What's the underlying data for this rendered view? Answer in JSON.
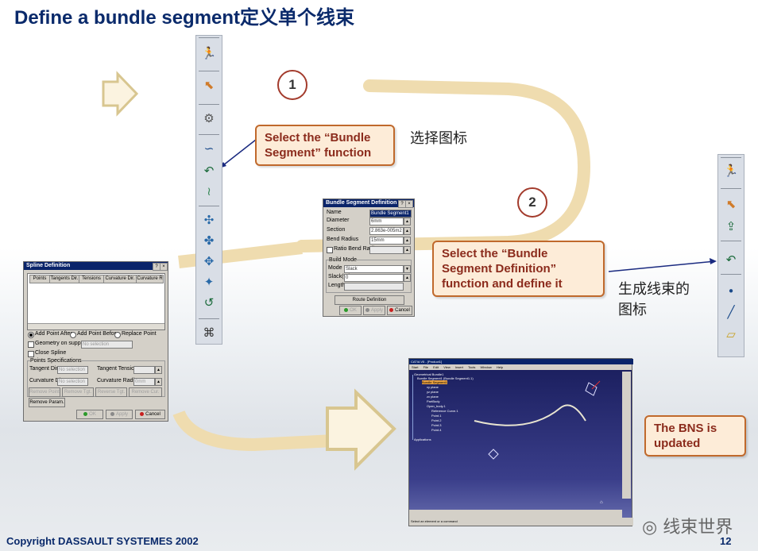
{
  "slide": {
    "title": "Define a bundle segment定义单个线束",
    "footer": "Copyright  DASSAULT SYSTEMES 2002",
    "page_number": "12",
    "watermark": "线束世界"
  },
  "steps": {
    "one": "1",
    "two": "2"
  },
  "callouts": {
    "select_function": "Select the “Bundle Segment” function",
    "select_definition": "Select the “Bundle Segment Definition” function and define it",
    "bns_updated": "The BNS is updated"
  },
  "chinese_notes": {
    "select_icon": "选择图标",
    "generate_icon_line1": "生成线束的",
    "generate_icon_line2": "图标"
  },
  "colors": {
    "title": "#0a2a6b",
    "callout_border": "#c0692c",
    "callout_fill": "#fdecd8",
    "callout_text": "#8b2b1c",
    "flow_arrow": "#efdcaf",
    "dialog_title_bar": "#0a246a",
    "catia_background": "#2b2f75"
  },
  "left_toolbar": {
    "icons": [
      "electrical-manager-icon",
      "select-arrow-icon",
      "cursor-gear-icon",
      "bundle-segment-icon",
      "bundle-segment-curve-icon",
      "protection-covering-icon",
      "branch-point-icon",
      "bend-point-icon",
      "split-icon",
      "merge-icon",
      "bundle-route-icon",
      "connector-network-icon"
    ]
  },
  "right_toolbar": {
    "icons": [
      "electrical-manager-icon",
      "select-arrow-icon",
      "export-icon",
      "bundle-segment-curve-icon",
      "point-icon",
      "line-icon",
      "plane-icon"
    ]
  },
  "spline_dialog": {
    "title": "Spline Definition",
    "columns": [
      "Points",
      "Tangents Dir.",
      "Tensions",
      "Curvature Dir.",
      "Curvature R"
    ],
    "radio_after": "Add Point After",
    "radio_before": "Add Point Before",
    "radio_replace": "Replace Point",
    "geometry_on_support": "Geometry on support",
    "no_selection": "No selection",
    "close_spline": "Close Spline",
    "points_spec": "Points Specifications",
    "tangent_dir": "Tangent Dir.",
    "tangent_tension": "Tangent Tension",
    "curvature_dir": "Curvature Dir.",
    "curvature_radius": "Curvature Radius",
    "curvature_radius_value": "0mm",
    "remove_point": "Remove Point",
    "remove_tgt": "Remove Tgt.",
    "reverse_tgt": "Reverse Tgt.",
    "remove_cur": "Remove Cur.",
    "remove_param": "Remove Param.",
    "ok": "OK",
    "apply": "Apply",
    "cancel": "Cancel"
  },
  "bundle_dialog": {
    "title": "Bundle Segment Definition",
    "name_label": "Name",
    "name_value": "Bundle Segment1",
    "diameter_label": "Diameter",
    "diameter_value": "6mm",
    "section_label": "Section",
    "section_value": "2.863e-005m2",
    "bend_radius_label": "Bend Radius",
    "bend_radius_value": "15mm",
    "ratio_bend_radius": "Ratio Bend Radius",
    "build_mode": "Build Mode",
    "mode_label": "Mode",
    "mode_value": "Slack",
    "slack_label": "Slack(%)",
    "slack_value": "0",
    "length_label": "Length",
    "route_definition": "Route Definition",
    "ok": "OK",
    "apply": "Apply",
    "cancel": "Cancel"
  },
  "catia": {
    "window_title": "CATIA V5 - [Product1]",
    "menu": [
      "Start",
      "File",
      "Edit",
      "View",
      "Insert",
      "Tools",
      "Window",
      "Help"
    ],
    "tree": [
      "Geometrical Bundle1",
      "Bundle Segment1 (Bundle Segment1.1)",
      "Bundle Segment1",
      "xy plane",
      "yz plane",
      "zx plane",
      "PartBody",
      "Open_body.1",
      "Reference Curve.1",
      "Point.1",
      "Point.2",
      "Point.3",
      "Point.4",
      "Applications"
    ],
    "status": "Select an element or a command"
  }
}
